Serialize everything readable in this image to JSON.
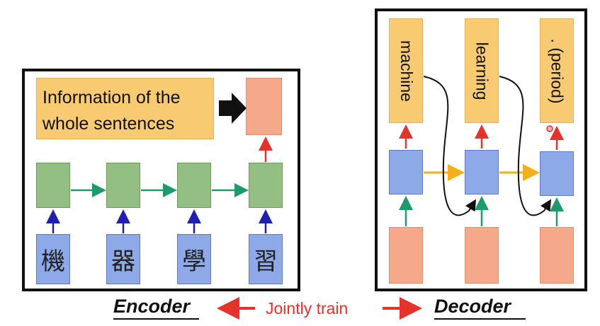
{
  "encoder": {
    "info_line1": "Information of the",
    "info_line2": "whole sentences",
    "inputs": [
      "機",
      "器",
      "學",
      "習"
    ]
  },
  "decoder": {
    "outputs": [
      "machine",
      "learning",
      ". (period)"
    ]
  },
  "footer": {
    "encoder_label": "Encoder",
    "jointly_label": "Jointly train",
    "decoder_label": "Decoder"
  },
  "colors": {
    "green_arrow": "#1f9a6b",
    "blue_arrow": "#2020b0",
    "red_arrow": "#e4332a",
    "yellow_arrow": "#f2b01d"
  }
}
